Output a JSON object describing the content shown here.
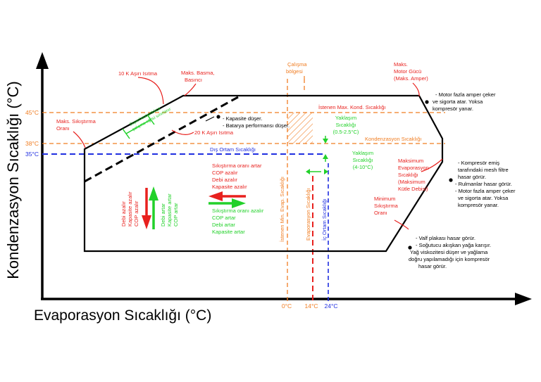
{
  "axes": {
    "y_label": "Kondenzasyon Sıcaklığı (°C)",
    "x_label": "Evaporasyon Sıcaklığı (°C)",
    "y_ticks": [
      "45°C",
      "38°C",
      "35°C"
    ],
    "x_ticks": [
      "0°C",
      "14°C",
      "24°C"
    ]
  },
  "colors": {
    "red": "#e8211e",
    "orange": "#f07d22",
    "blue": "#1f2ee0",
    "green": "#22d12a",
    "black": "#000000"
  },
  "labels": {
    "asiri_isitma_10k": "10 K Aşırı Isıtma",
    "maks_basma_l1": "Maks. Basma,",
    "maks_basma_l2": "Basıncı",
    "calisma_l1": "Çalışma",
    "calisma_l2": "bölgesi",
    "maks_motor_l1": "Maks.",
    "maks_motor_l2": "Motor Gücü",
    "maks_motor_l3": "(Maks. Amper)",
    "maks_sikistirma_l1": "Maks. Sıkıştırma",
    "maks_sikistirma_l2": "Oranı",
    "superheat_l1": "Superheat arttıkça",
    "superheat_l2": "çalışma eğrisi sınırlanır",
    "asiri_isitma_20k": "20 K Aşırı Isıtma",
    "istenen_kond": "İstenen Max. Kond. Sıcaklığı",
    "yaklasim1_l1": "Yaklaşım",
    "yaklasim1_l2": "Sıcaklığı",
    "yaklasim1_l3": "(0.5-2.5°C)",
    "kondenzasyon_sicakligi": "Kondenzasyon Sıcaklığı",
    "dis_ortam": "Dış Ortam Sıcaklığı",
    "yaklasim2_l1": "Yaklaşım",
    "yaklasim2_l2": "Sıcaklığı",
    "yaklasim2_l3": "(4-10°C)",
    "istenen_min_evap": "İstenen Min. Evap. Sıcaklığı",
    "evap_sicakligi": "Evaporasyon Sıcaklığı",
    "ic_ortam": "İç Ortam Sıcaklığı",
    "maks_evap_l1": "Maksimum",
    "maks_evap_l2": "Evaporasyon",
    "maks_evap_l3": "Sıcaklığı",
    "maks_evap_l4": "(Maksimum",
    "maks_evap_l5": "Kütle Debisi)",
    "min_sikistirma_l1": "Minimum",
    "min_sikistirma_l2": "Sıkıştırma",
    "min_sikistirma_l3": "Oranı"
  },
  "effects": {
    "red_l1": "Sıkıştırma oranı artar",
    "red_l2": "COP azalır",
    "red_l3": "Debi azalır",
    "red_l4": "Kapasite azalır",
    "green_l1": "Sıkıştırma oranı azalır",
    "green_l2": "COP artar",
    "green_l3": "Debi artar",
    "green_l4": "Kapasite artar",
    "vert_red_l1": "Debi azalır",
    "vert_red_l2": "Kapasite azalır",
    "vert_red_l3": "COP azalır",
    "vert_green_l1": "Debi artar",
    "vert_green_l2": "Kapasite artar",
    "vert_green_l3": "COP artar"
  },
  "notes": {
    "kapasite_l1": "- Kapasite düşer.",
    "kapasite_l2": "- Batarya performansı düşer.",
    "motor_l1": "- Motor fazla amper çeker",
    "motor_l2": "ve sigorta atar. Yoksa",
    "motor_l3": "kompresör yanar.",
    "komp_l1": "- Kompresör emiş",
    "komp_l2": "tarafındaki mesh filtre",
    "komp_l3": "hasar görür.",
    "komp_l4": "- Rulmanlar hasar görür.",
    "komp_l5": "- Motor fazla amper çeker",
    "komp_l6": "ve sigorta atar. Yoksa",
    "komp_l7": "kompresör yanar.",
    "valf_l1": "- Valf plakası hasar görür.",
    "valf_l2": "- Soğutucu akışkan yağa karışır.",
    "valf_l3": "Yağ viskozitesi düşer ve yağlama",
    "valf_l4": "doğru yapılamadığı için kompresör",
    "valf_l5": "hasar görür."
  }
}
